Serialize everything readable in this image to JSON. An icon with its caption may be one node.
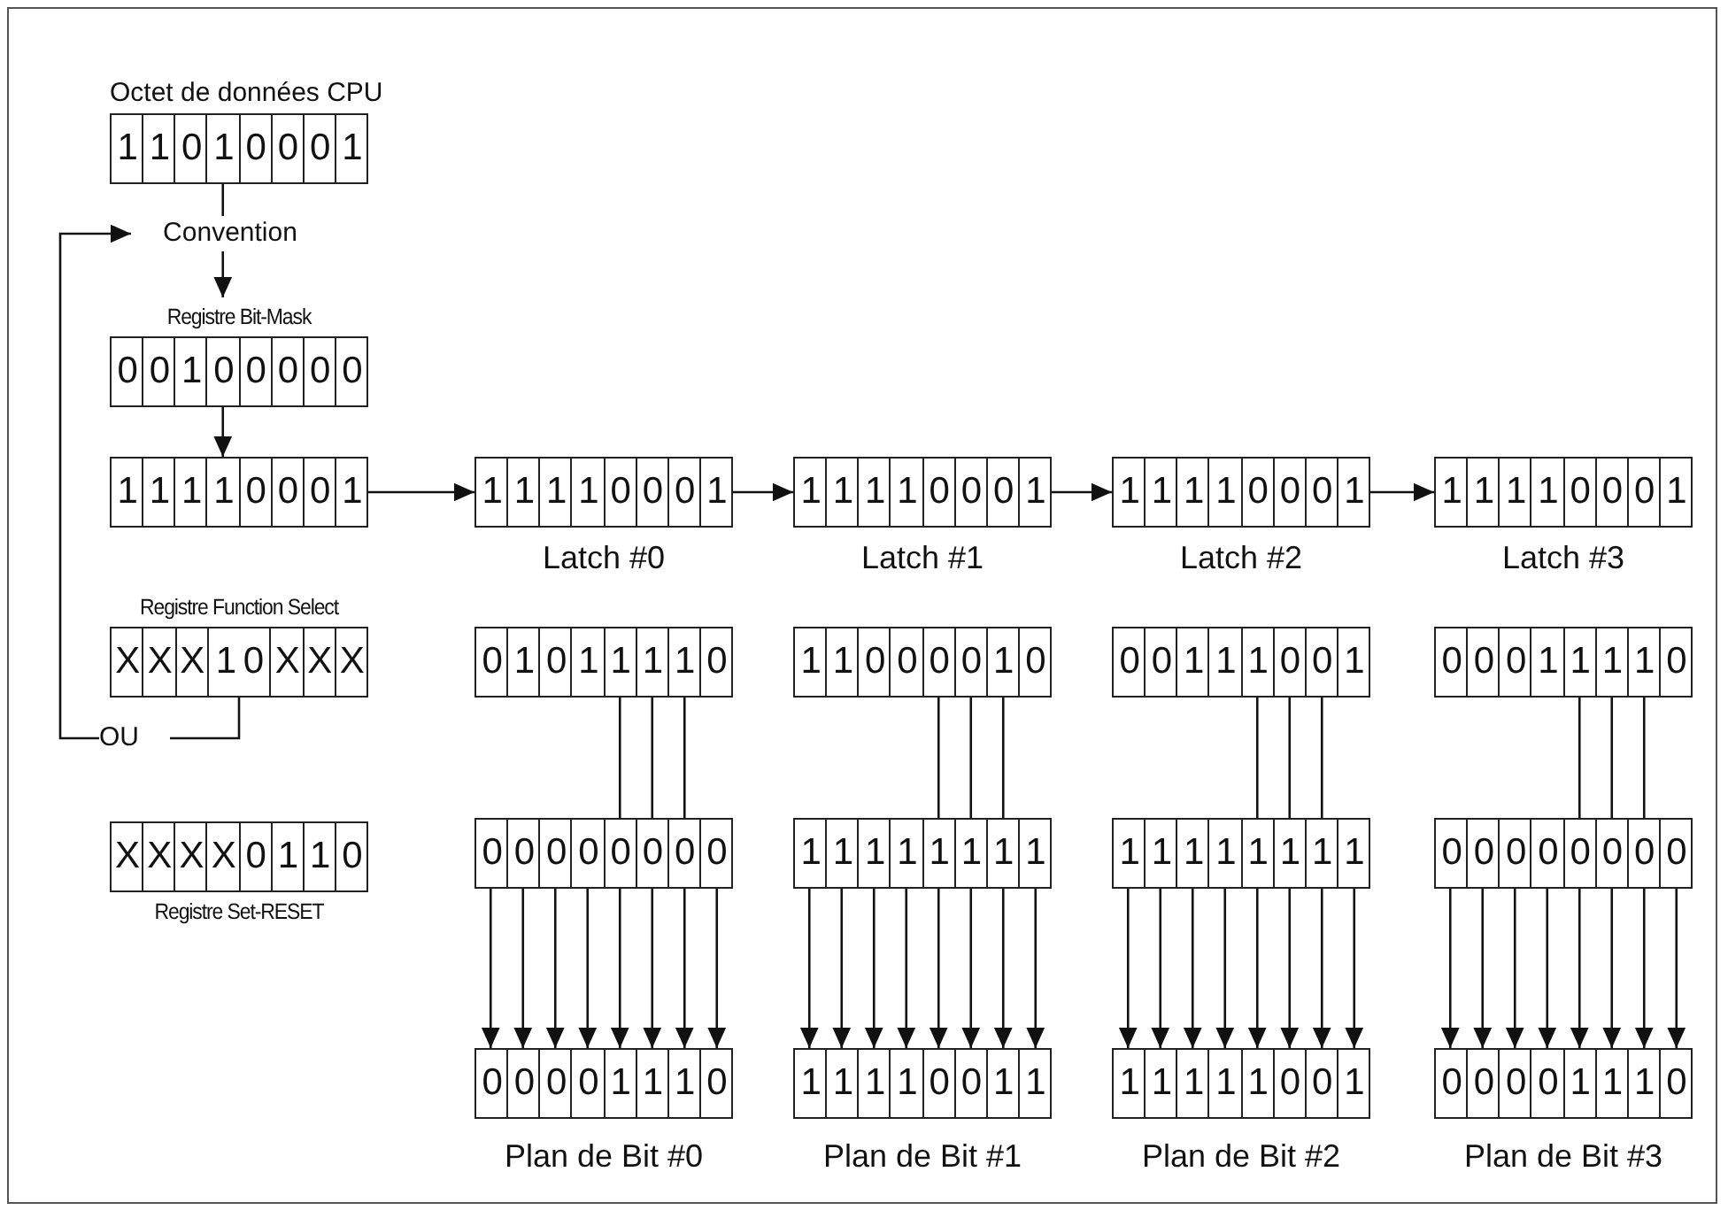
{
  "diagram": {
    "nodes": [
      {
        "text": [
          "Octet de données CPU",
          "1",
          "1",
          "0",
          "1",
          "0",
          "0",
          "0",
          "1"
        ]
      },
      {
        "text": [
          "Convention"
        ]
      },
      {
        "text": [
          "Registre Bit-Mask",
          "0",
          "0",
          "1",
          "0",
          "0",
          "0",
          "0",
          "0"
        ]
      },
      {
        "text": [
          "1",
          "1",
          "1",
          "1",
          "0",
          "0",
          "0",
          "1"
        ]
      },
      {
        "text": [
          "1",
          "1",
          "1",
          "1",
          "0",
          "0",
          "0",
          "1",
          "Latch #0"
        ]
      },
      {
        "text": [
          "1",
          "1",
          "1",
          "1",
          "0",
          "0",
          "0",
          "1",
          "Latch #1"
        ]
      },
      {
        "text": [
          "1",
          "1",
          "1",
          "1",
          "0",
          "0",
          "0",
          "1",
          "Latch #2"
        ]
      },
      {
        "text": [
          "1",
          "1",
          "1",
          "1",
          "0",
          "0",
          "0",
          "1",
          "Latch #3"
        ]
      },
      {
        "text": [
          "Registre Function Select",
          "X",
          "X",
          "X",
          "1 0",
          "X",
          "X",
          "X"
        ]
      },
      {
        "text": [
          "OU"
        ]
      },
      {
        "text": [
          "0",
          "1",
          "0",
          "1",
          "1",
          "1",
          "1",
          "0"
        ]
      },
      {
        "text": [
          "1",
          "1",
          "0",
          "0",
          "0",
          "0",
          "1",
          "0"
        ]
      },
      {
        "text": [
          "0",
          "0",
          "1",
          "1",
          "1",
          "0",
          "0",
          "1"
        ]
      },
      {
        "text": [
          "0",
          "0",
          "0",
          "1",
          "1",
          "1",
          "1",
          "0"
        ]
      },
      {
        "text": [
          "X",
          "X",
          "X",
          "X",
          "0",
          "1",
          "1",
          "0",
          "Registre Set-RESET"
        ]
      },
      {
        "text": [
          "0",
          "0",
          "0",
          "0",
          "0",
          "0",
          "0",
          "0"
        ]
      },
      {
        "text": [
          "1",
          "1",
          "1",
          "1",
          "1",
          "1",
          "1",
          "1"
        ]
      },
      {
        "text": [
          "1",
          "1",
          "1",
          "1",
          "1",
          "1",
          "1",
          "1"
        ]
      },
      {
        "text": [
          "0",
          "0",
          "0",
          "0",
          "0",
          "0",
          "0",
          "0"
        ]
      },
      {
        "text": [
          "0",
          "0",
          "0",
          "0",
          "1",
          "1",
          "1",
          "0",
          "Plan de Bit #0"
        ]
      },
      {
        "text": [
          "1",
          "1",
          "1",
          "1",
          "0",
          "0",
          "1",
          "1",
          "Plan de Bit #1"
        ]
      },
      {
        "text": [
          "1",
          "1",
          "1",
          "1",
          "1",
          "0",
          "0",
          "1",
          "Plan de Bit #2"
        ]
      },
      {
        "text": [
          "0",
          "0",
          "0",
          "0",
          "1",
          "1",
          "1",
          "0",
          "Plan de Bit #3"
        ]
      }
    ],
    "edges": [
      {
        "from": 0,
        "to": 1,
        "arrow": "none"
      },
      {
        "from": 1,
        "to": 2,
        "arrow": "to"
      },
      {
        "from": 2,
        "to": 3,
        "arrow": "to"
      },
      {
        "from": 3,
        "to": 4,
        "arrow": "to"
      },
      {
        "from": 4,
        "to": 5,
        "arrow": "to"
      },
      {
        "from": 5,
        "to": 6,
        "arrow": "to"
      },
      {
        "from": 6,
        "to": 7,
        "arrow": "to"
      },
      {
        "from": 8,
        "to": 9,
        "arrow": "none"
      },
      {
        "from": 9,
        "to": 1,
        "arrow": "to"
      },
      {
        "from": 10,
        "to": 15,
        "arrow": "none"
      },
      {
        "from": 10,
        "to": 15,
        "arrow": "none"
      },
      {
        "from": 10,
        "to": 15,
        "arrow": "none"
      },
      {
        "from": 15,
        "to": 19,
        "arrow": "to"
      },
      {
        "from": 15,
        "to": 19,
        "arrow": "to"
      },
      {
        "from": 15,
        "to": 19,
        "arrow": "to"
      },
      {
        "from": 15,
        "to": 19,
        "arrow": "to"
      },
      {
        "from": 15,
        "to": 19,
        "arrow": "to"
      },
      {
        "from": 15,
        "to": 19,
        "arrow": "to"
      },
      {
        "from": 15,
        "to": 19,
        "arrow": "to"
      },
      {
        "from": 15,
        "to": 19,
        "arrow": "to"
      },
      {
        "from": 11,
        "to": 16,
        "arrow": "none"
      },
      {
        "from": 11,
        "to": 16,
        "arrow": "none"
      },
      {
        "from": 11,
        "to": 16,
        "arrow": "none"
      },
      {
        "from": 16,
        "to": 20,
        "arrow": "to"
      },
      {
        "from": 16,
        "to": 20,
        "arrow": "to"
      },
      {
        "from": 16,
        "to": 20,
        "arrow": "to"
      },
      {
        "from": 16,
        "to": 20,
        "arrow": "to"
      },
      {
        "from": 16,
        "to": 20,
        "arrow": "to"
      },
      {
        "from": 16,
        "to": 20,
        "arrow": "to"
      },
      {
        "from": 16,
        "to": 20,
        "arrow": "to"
      },
      {
        "from": 16,
        "to": 20,
        "arrow": "to"
      },
      {
        "from": 12,
        "to": 17,
        "arrow": "none"
      },
      {
        "from": 12,
        "to": 17,
        "arrow": "none"
      },
      {
        "from": 12,
        "to": 17,
        "arrow": "none"
      },
      {
        "from": 17,
        "to": 21,
        "arrow": "to"
      },
      {
        "from": 17,
        "to": 21,
        "arrow": "to"
      },
      {
        "from": 17,
        "to": 21,
        "arrow": "to"
      },
      {
        "from": 17,
        "to": 21,
        "arrow": "to"
      },
      {
        "from": 17,
        "to": 21,
        "arrow": "to"
      },
      {
        "from": 17,
        "to": 21,
        "arrow": "to"
      },
      {
        "from": 17,
        "to": 21,
        "arrow": "to"
      },
      {
        "from": 17,
        "to": 21,
        "arrow": "to"
      },
      {
        "from": 13,
        "to": 18,
        "arrow": "none"
      },
      {
        "from": 13,
        "to": 18,
        "arrow": "none"
      },
      {
        "from": 13,
        "to": 18,
        "arrow": "none"
      },
      {
        "from": 18,
        "to": 22,
        "arrow": "to"
      },
      {
        "from": 18,
        "to": 22,
        "arrow": "to"
      },
      {
        "from": 18,
        "to": 22,
        "arrow": "to"
      },
      {
        "from": 18,
        "to": 22,
        "arrow": "to"
      },
      {
        "from": 18,
        "to": 22,
        "arrow": "to"
      },
      {
        "from": 18,
        "to": 22,
        "arrow": "to"
      },
      {
        "from": 18,
        "to": 22,
        "arrow": "to"
      },
      {
        "from": 18,
        "to": 22,
        "arrow": "to"
      }
    ]
  }
}
